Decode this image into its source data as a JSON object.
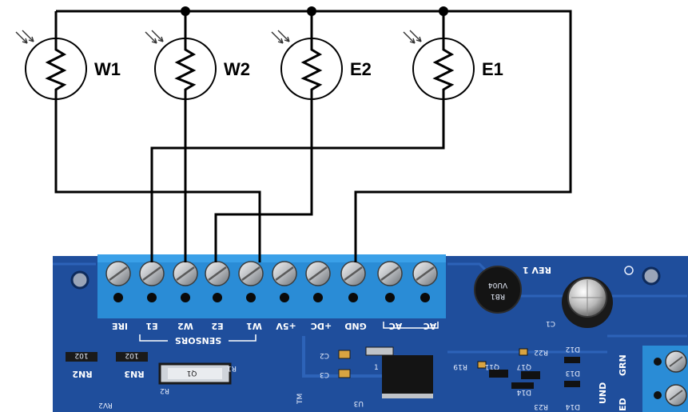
{
  "sensors": [
    {
      "id": "W1",
      "label": "W1"
    },
    {
      "id": "W2",
      "label": "W2"
    },
    {
      "id": "E2",
      "label": "E2"
    },
    {
      "id": "E1",
      "label": "E1"
    }
  ],
  "terminal_labels": [
    "IRE",
    "E1",
    "W2",
    "E2",
    "W1",
    "+5V",
    "+DC",
    "GND",
    "AC",
    "AC"
  ],
  "group_labels": {
    "sensors": "SENSORS"
  },
  "board_text": {
    "rev": "REV 1",
    "rn2": "RN2",
    "rn3": "RN3",
    "rv2": "RV2",
    "r1": "R1",
    "r2": "R2",
    "q1": "Q1",
    "c2": "C2",
    "c3": "C3",
    "c1": "C1",
    "r19": "R19",
    "q11": "Q11",
    "q17": "Q17",
    "r22": "R22",
    "d12": "D12",
    "d13": "D13",
    "d14": "D14",
    "u3": "U3",
    "rn_chip_a": "102",
    "rn_chip_b": "102",
    "und": "UND",
    "grn": "GRN",
    "ed": "ED",
    "tm": "TM",
    "cap_text": "VU04",
    "cap_text2": "RB1",
    "r23": "R23",
    "one": "1"
  },
  "colors": {
    "pcb": "#1f4e9c",
    "pcb_dark": "#163d80",
    "terminal_block": "#2a8cd6",
    "wire": "#000000"
  }
}
